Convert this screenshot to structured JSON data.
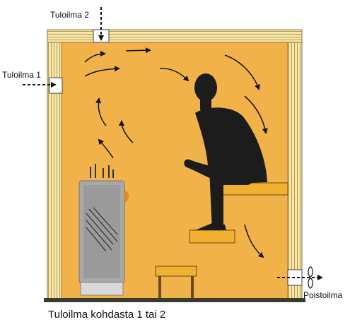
{
  "labels": {
    "inlet_1": "Tuloilma 1",
    "inlet_2": "Tuloilma 2",
    "outlet": "Poistoilma",
    "caption": "Tuloilma kohdasta 1 tai 2"
  },
  "colors": {
    "room_fill": "#F2B24A",
    "wall_wood": "#F7E7A8",
    "wall_stripe": "#B89A55",
    "floor": "#3A3A2E",
    "bench": "#F0B030",
    "heater_body": "#A8A8A8",
    "heater_glass": "#8E8E8E",
    "person": "#1C1C1C",
    "arrow": "#111111"
  },
  "icons": {
    "person": "seated-person-silhouette",
    "heater": "sauna-stove",
    "fan": "exhaust-fan"
  }
}
